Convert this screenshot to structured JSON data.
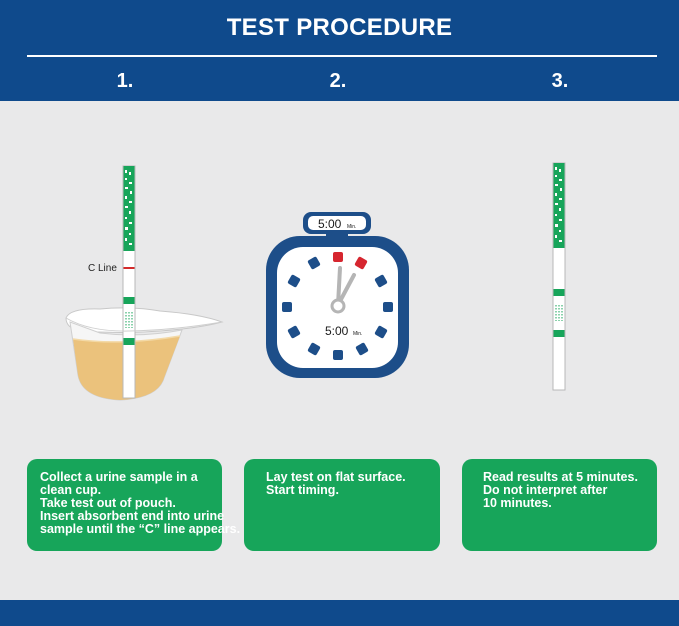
{
  "header": {
    "title": "TEST PROCEDURE",
    "steps": [
      "1.",
      "2.",
      "3."
    ]
  },
  "step1": {
    "c_line_label": "C Line",
    "instruction_lines": [
      "Collect a urine sample in a",
      "clean cup.",
      "Take test out of pouch.",
      "Insert absorbent end into urine",
      "sample until the “C” line appears."
    ]
  },
  "step2": {
    "timer_top_display": "5:00",
    "timer_top_unit": "Min.",
    "timer_face_display": "5:00",
    "timer_face_unit": "Min.",
    "instruction_lines": [
      "Lay test on flat surface.",
      "Start timing."
    ]
  },
  "step3": {
    "instruction_lines": [
      "Read results at 5 minutes.",
      "Do not interpret after",
      "10 minutes."
    ]
  },
  "colors": {
    "header_blue": "#0f4a8c",
    "card_green": "#17a55a",
    "background_gray": "#e9e9ea",
    "urine_yellow": "#ebc27c",
    "c_line_red": "#d42a2a",
    "timer_red": "#d6262f"
  }
}
